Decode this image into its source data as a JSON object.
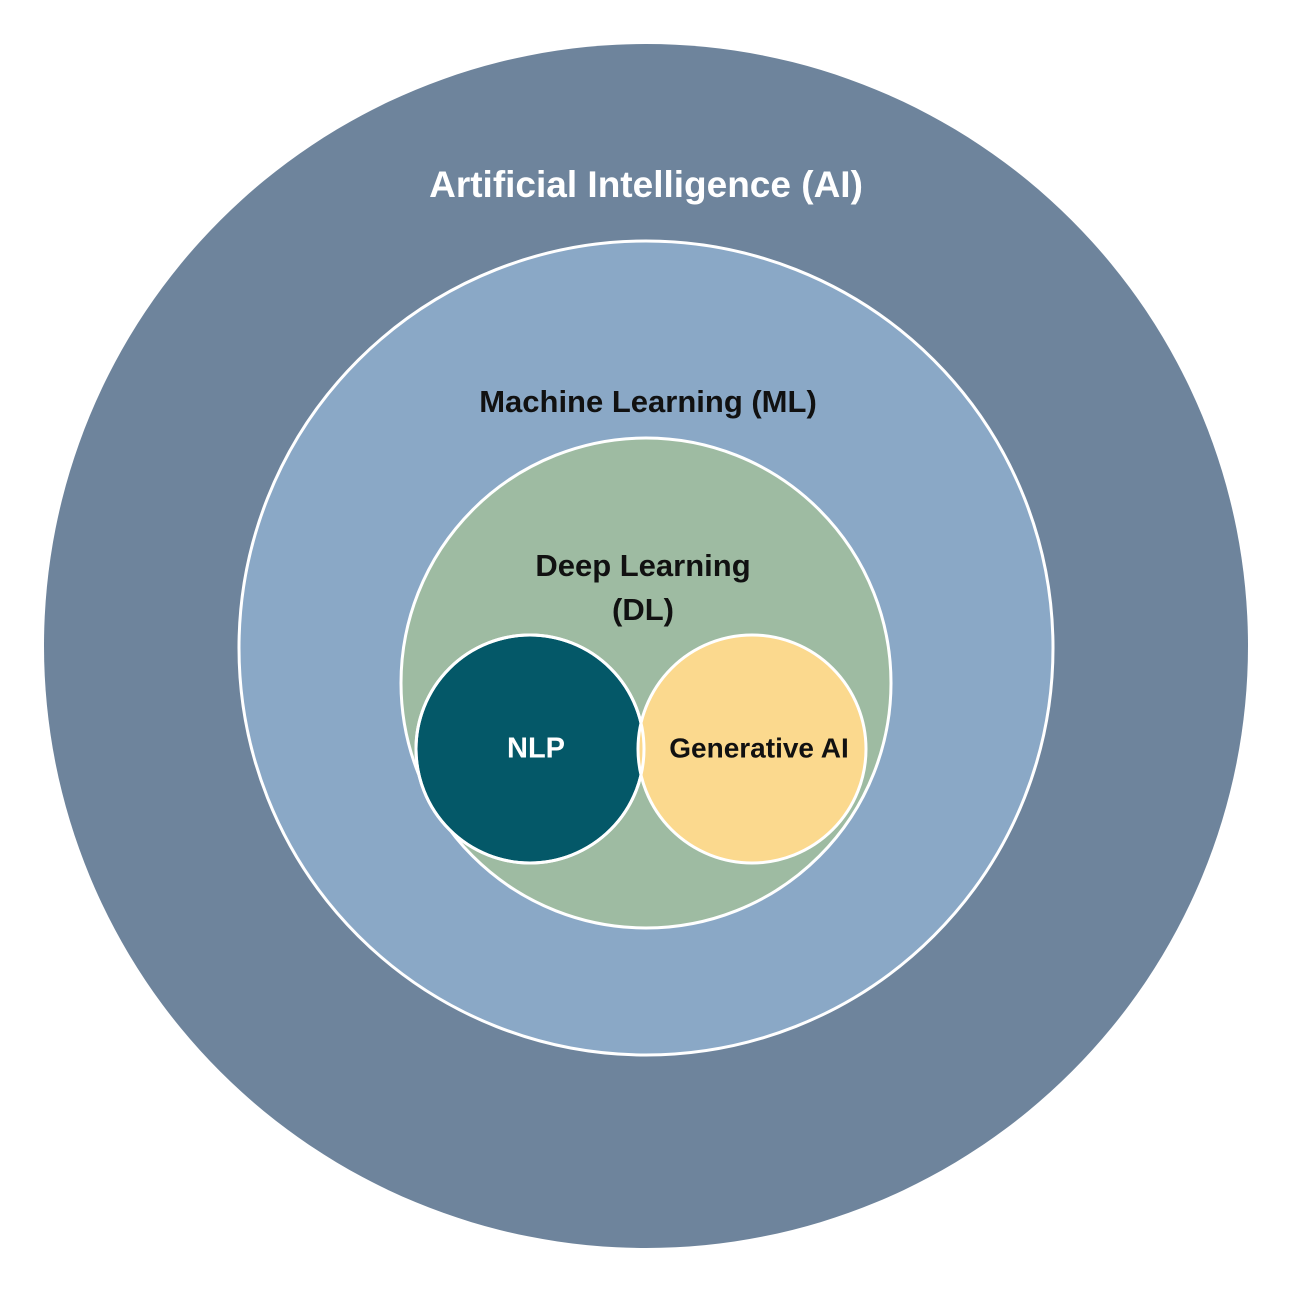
{
  "layers": {
    "ai": {
      "label": "Artificial Intelligence (AI)",
      "fill": "#6e849c",
      "text_color": "#ffffff"
    },
    "ml": {
      "label": "Machine Learning (ML)",
      "fill": "#8aa8c6",
      "text_color": "#111111"
    },
    "dl": {
      "label_line1": "Deep Learning",
      "label_line2": "(DL)",
      "fill": "#9ebba2",
      "text_color": "#111111"
    },
    "nlp": {
      "label": "NLP",
      "fill": "#045868",
      "text_color": "#ffffff"
    },
    "genai": {
      "label": "Generative AI",
      "fill": "#fbd98e",
      "text_color": "#111111"
    }
  },
  "outline_color": "#ffffff"
}
